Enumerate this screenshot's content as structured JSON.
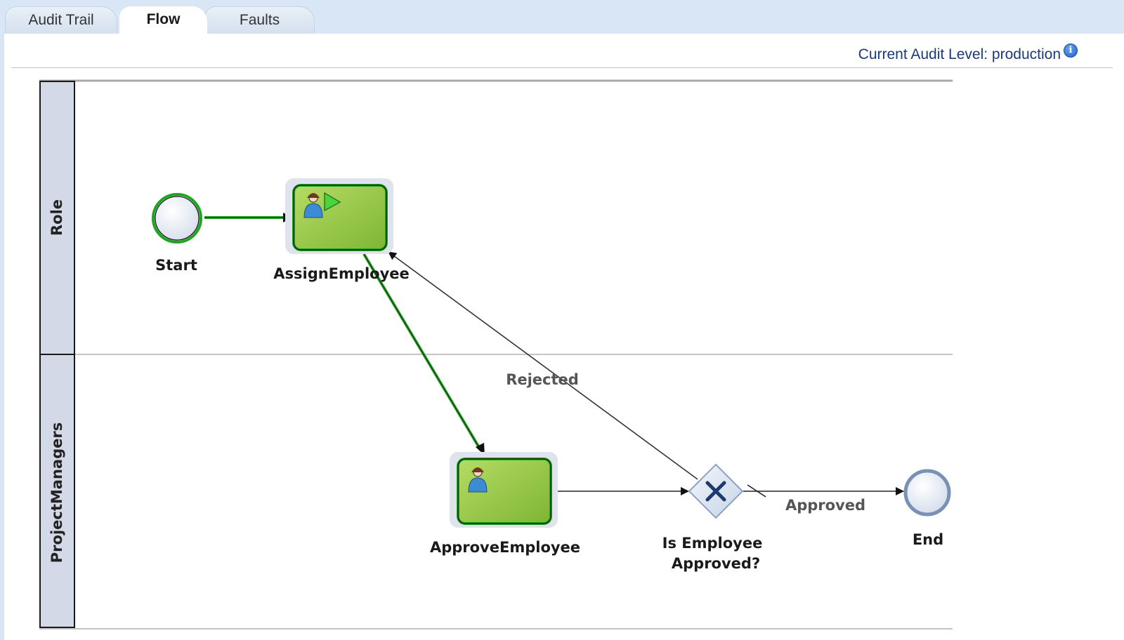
{
  "tabs": {
    "audit_trail": "Audit Trail",
    "flow": "Flow",
    "faults": "Faults"
  },
  "audit_level": {
    "text": "Current Audit Level: production",
    "icon": "info-icon"
  },
  "lanes": {
    "role": "Role",
    "project_managers": "ProjectManagers"
  },
  "nodes": {
    "start": "Start",
    "assign_employee": "AssignEmployee",
    "approve_employee": "ApproveEmployee",
    "gateway_line1": "Is Employee",
    "gateway_line2": "Approved?",
    "end": "End"
  },
  "flows": {
    "rejected": "Rejected",
    "approved": "Approved"
  },
  "colors": {
    "active_path": "#1fa51f",
    "task_fill": "#8cc43c",
    "lane_header": "#d3d9e6"
  }
}
